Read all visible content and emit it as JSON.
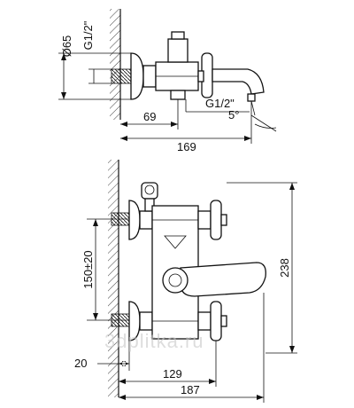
{
  "top_view": {
    "dim_diameter": "Ø65",
    "dim_inlet_thread": "G1/2\"",
    "dim_outlet_thread": "G1/2\"",
    "dim_69": "69",
    "dim_169": "169",
    "dim_angle": "5°"
  },
  "front_view": {
    "dim_150": "150±20",
    "dim_238": "238",
    "dim_20": "20",
    "dim_129": "129",
    "dim_187": "187"
  },
  "watermark": "3dplitka.ru"
}
